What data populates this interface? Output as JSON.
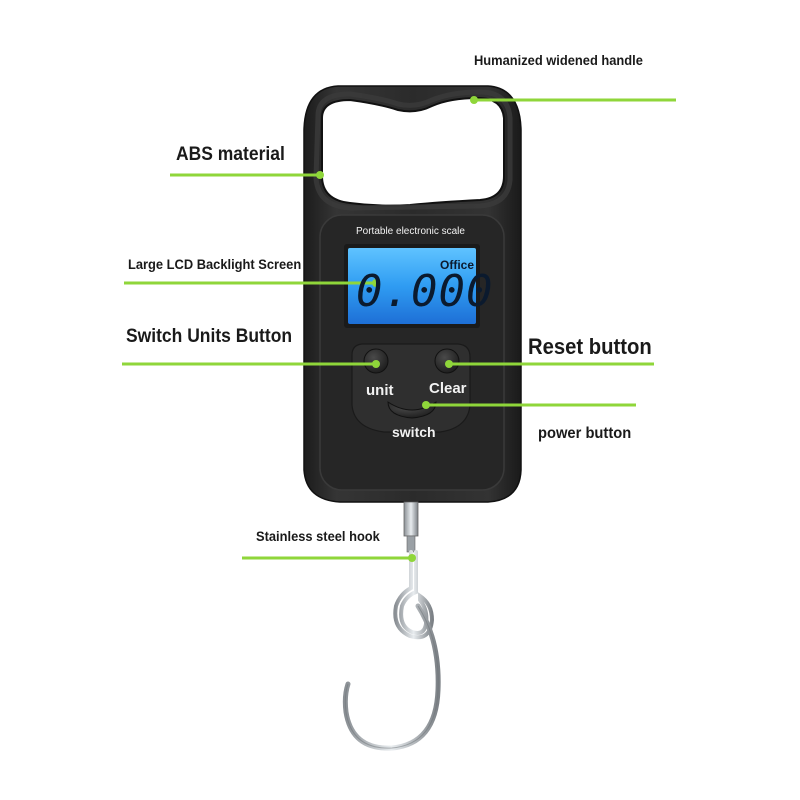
{
  "callouts": {
    "handle": "Humanized widened handle",
    "material": "ABS material",
    "screen": "Large LCD Backlight Screen",
    "units_button": "Switch Units Button",
    "reset_button": "Reset button",
    "power_button": "power button",
    "hook": "Stainless steel hook"
  },
  "device": {
    "screen_caption": "Portable electronic scale",
    "lcd_mode": "Office",
    "lcd_reading": "0.000",
    "button_unit": "unit",
    "button_clear": "Clear",
    "button_switch": "switch"
  },
  "colors": {
    "accent_green": "#8fd63a",
    "body": "#2a2a2a",
    "lcd": "#2e9bf0"
  }
}
